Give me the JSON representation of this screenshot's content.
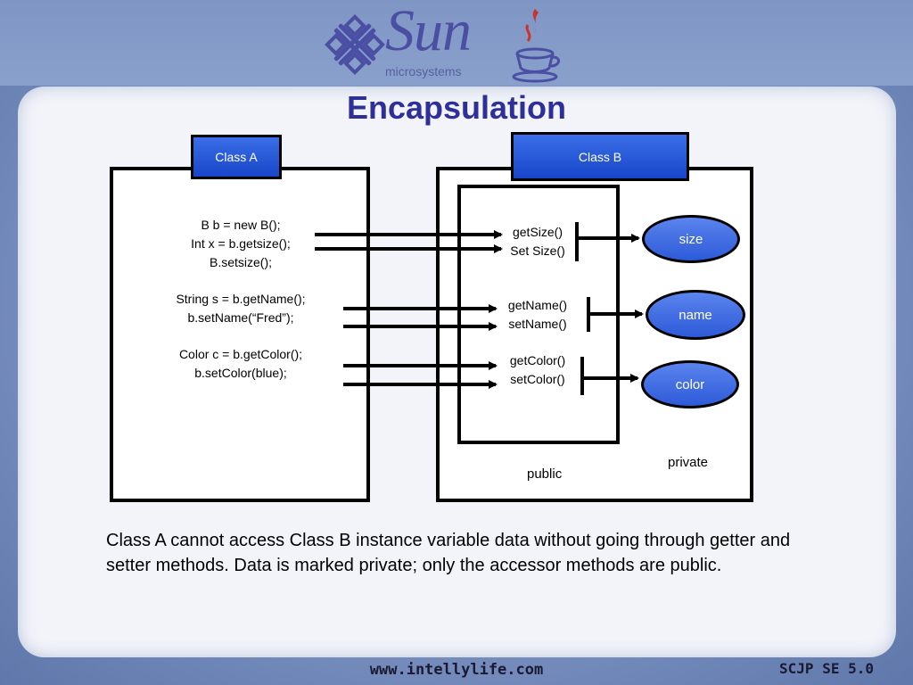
{
  "header": {
    "brand": "Sun",
    "brand_sub": "microsystems",
    "title": "Encapsulation"
  },
  "class_a": {
    "label": "Class A",
    "code_block_1": [
      "B b = new B();",
      "Int x = b.getsize();",
      "B.setsize();"
    ],
    "code_block_2": [
      "String s = b.getName();",
      "b.setName(“Fred”);"
    ],
    "code_block_3": [
      "Color c = b.getColor();",
      "b.setColor(blue);"
    ]
  },
  "class_b": {
    "label": "Class B",
    "methods_1": [
      "getSize()",
      "Set Size()"
    ],
    "methods_2": [
      "getName()",
      "setName()"
    ],
    "methods_3": [
      "getColor()",
      "setColor()"
    ],
    "fields": [
      "size",
      "name",
      "color"
    ],
    "public_label": "public",
    "private_label": "private"
  },
  "caption": "Class A cannot access Class B instance variable data without going through getter and setter methods. Data is marked private; only the accessor methods are public.",
  "footer": {
    "url": "www.intellylife.com",
    "cert": "SCJP SE 5.0"
  },
  "colors": {
    "title": "#2f2f99",
    "label_blue": "#1746c8",
    "background": "#7b92c2"
  }
}
